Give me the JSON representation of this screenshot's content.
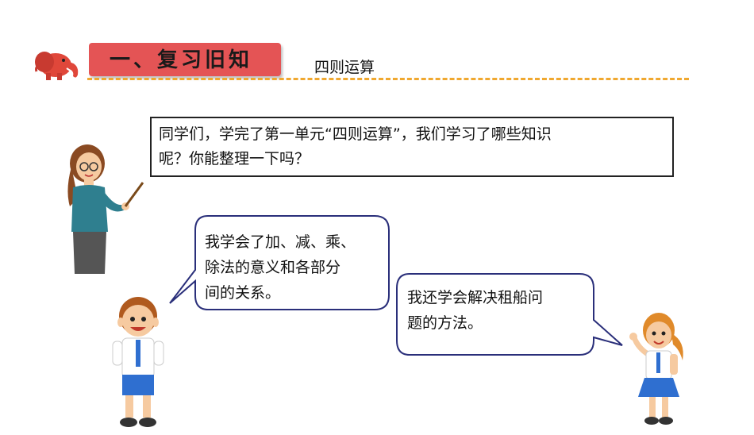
{
  "header": {
    "section_title": "一、复习旧知",
    "topic": "四则运算"
  },
  "teacher": {
    "speech_line1": "同学们，学完了第一单元“四则运算”，我们学习了哪些知识",
    "speech_line2": "呢？你能整理一下吗？"
  },
  "boy": {
    "speech_line1": "我学会了加、减、乘、",
    "speech_line2": "除法的意义和各部分",
    "speech_line3": "间的关系。"
  },
  "girl": {
    "speech_line1": "我还学会解决租船问",
    "speech_line2": "题的方法。"
  },
  "colors": {
    "banner": "#e45455",
    "divider": "#f0a830",
    "bubble_border": "#2a2f7a"
  }
}
